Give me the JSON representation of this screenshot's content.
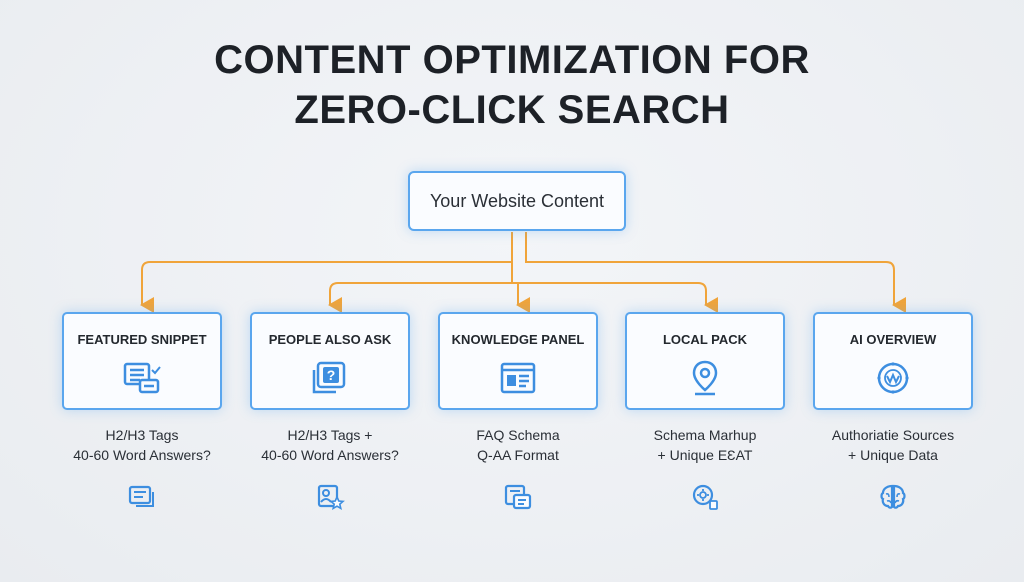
{
  "title": {
    "line1": "CONTENT OPTIMIZATION FOR",
    "line2": "ZERO-CLICK SEARCH"
  },
  "root": {
    "label": "Your Website Content"
  },
  "colors": {
    "accent": "#5aa6ee",
    "connector": "#f0a43a",
    "text": "#1d2127"
  },
  "cards": [
    {
      "title": "FEATURED SNIPPET",
      "icon": "snippet-list-icon",
      "line1": "H2/H3 Tags",
      "line2": "40-60 Word Answers?",
      "bottom_icon": "message-icon"
    },
    {
      "title": "PEOPLE ALSO ASK",
      "icon": "question-box-icon",
      "line1": "H2/H3 Tags +",
      "line2": "40-60 Word Answers?",
      "bottom_icon": "profile-star-icon"
    },
    {
      "title": "KNOWLEDGE PANEL",
      "icon": "browser-panel-icon",
      "line1": "FAQ Schema",
      "line2": "Q-AA Format",
      "bottom_icon": "documents-icon"
    },
    {
      "title": "LOCAL PACK",
      "icon": "map-pin-icon",
      "line1": "Schema Marhup",
      "line2": "+ Unique EƐAT",
      "bottom_icon": "search-gear-icon"
    },
    {
      "title": "AI OVERVIEW",
      "icon": "ai-circle-icon",
      "line1": "Authoriatie Sources",
      "line2": "+ Unique Data",
      "bottom_icon": "brain-icon"
    }
  ]
}
